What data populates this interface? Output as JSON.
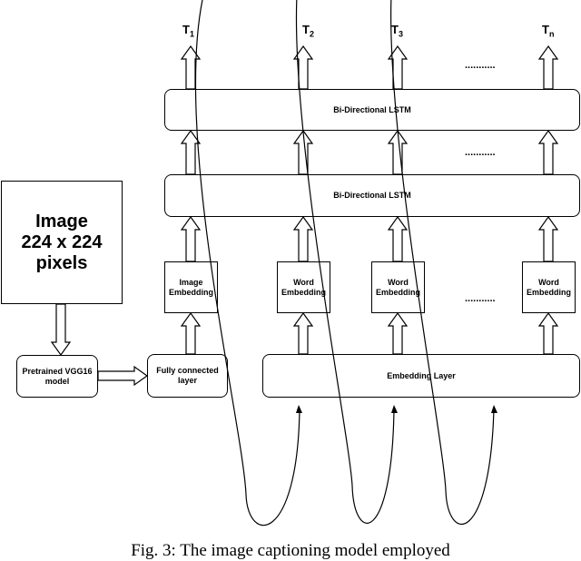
{
  "outputs": {
    "t1": {
      "base": "T",
      "sub": "1"
    },
    "t2": {
      "base": "T",
      "sub": "2"
    },
    "t3": {
      "base": "T",
      "sub": "3"
    },
    "tn": {
      "base": "T",
      "sub": "n"
    }
  },
  "dots": "...........",
  "lstm_top": "Bi-Directional LSTM",
  "lstm_bottom": "Bi-Directional LSTM",
  "image_box": {
    "line1": "Image",
    "line2": "224 x 224 pixels"
  },
  "vgg": {
    "line1": "Pretrained VGG16",
    "line2": "model"
  },
  "fc": {
    "line1": "Fully connected",
    "line2": "layer"
  },
  "image_embedding": {
    "line1": "Image",
    "line2": "Embedding"
  },
  "word_embedding": {
    "line1": "Word",
    "line2": "Embedding"
  },
  "embedding_layer": "Embedding Layer",
  "caption": "Fig. 3: The image captioning model employed"
}
